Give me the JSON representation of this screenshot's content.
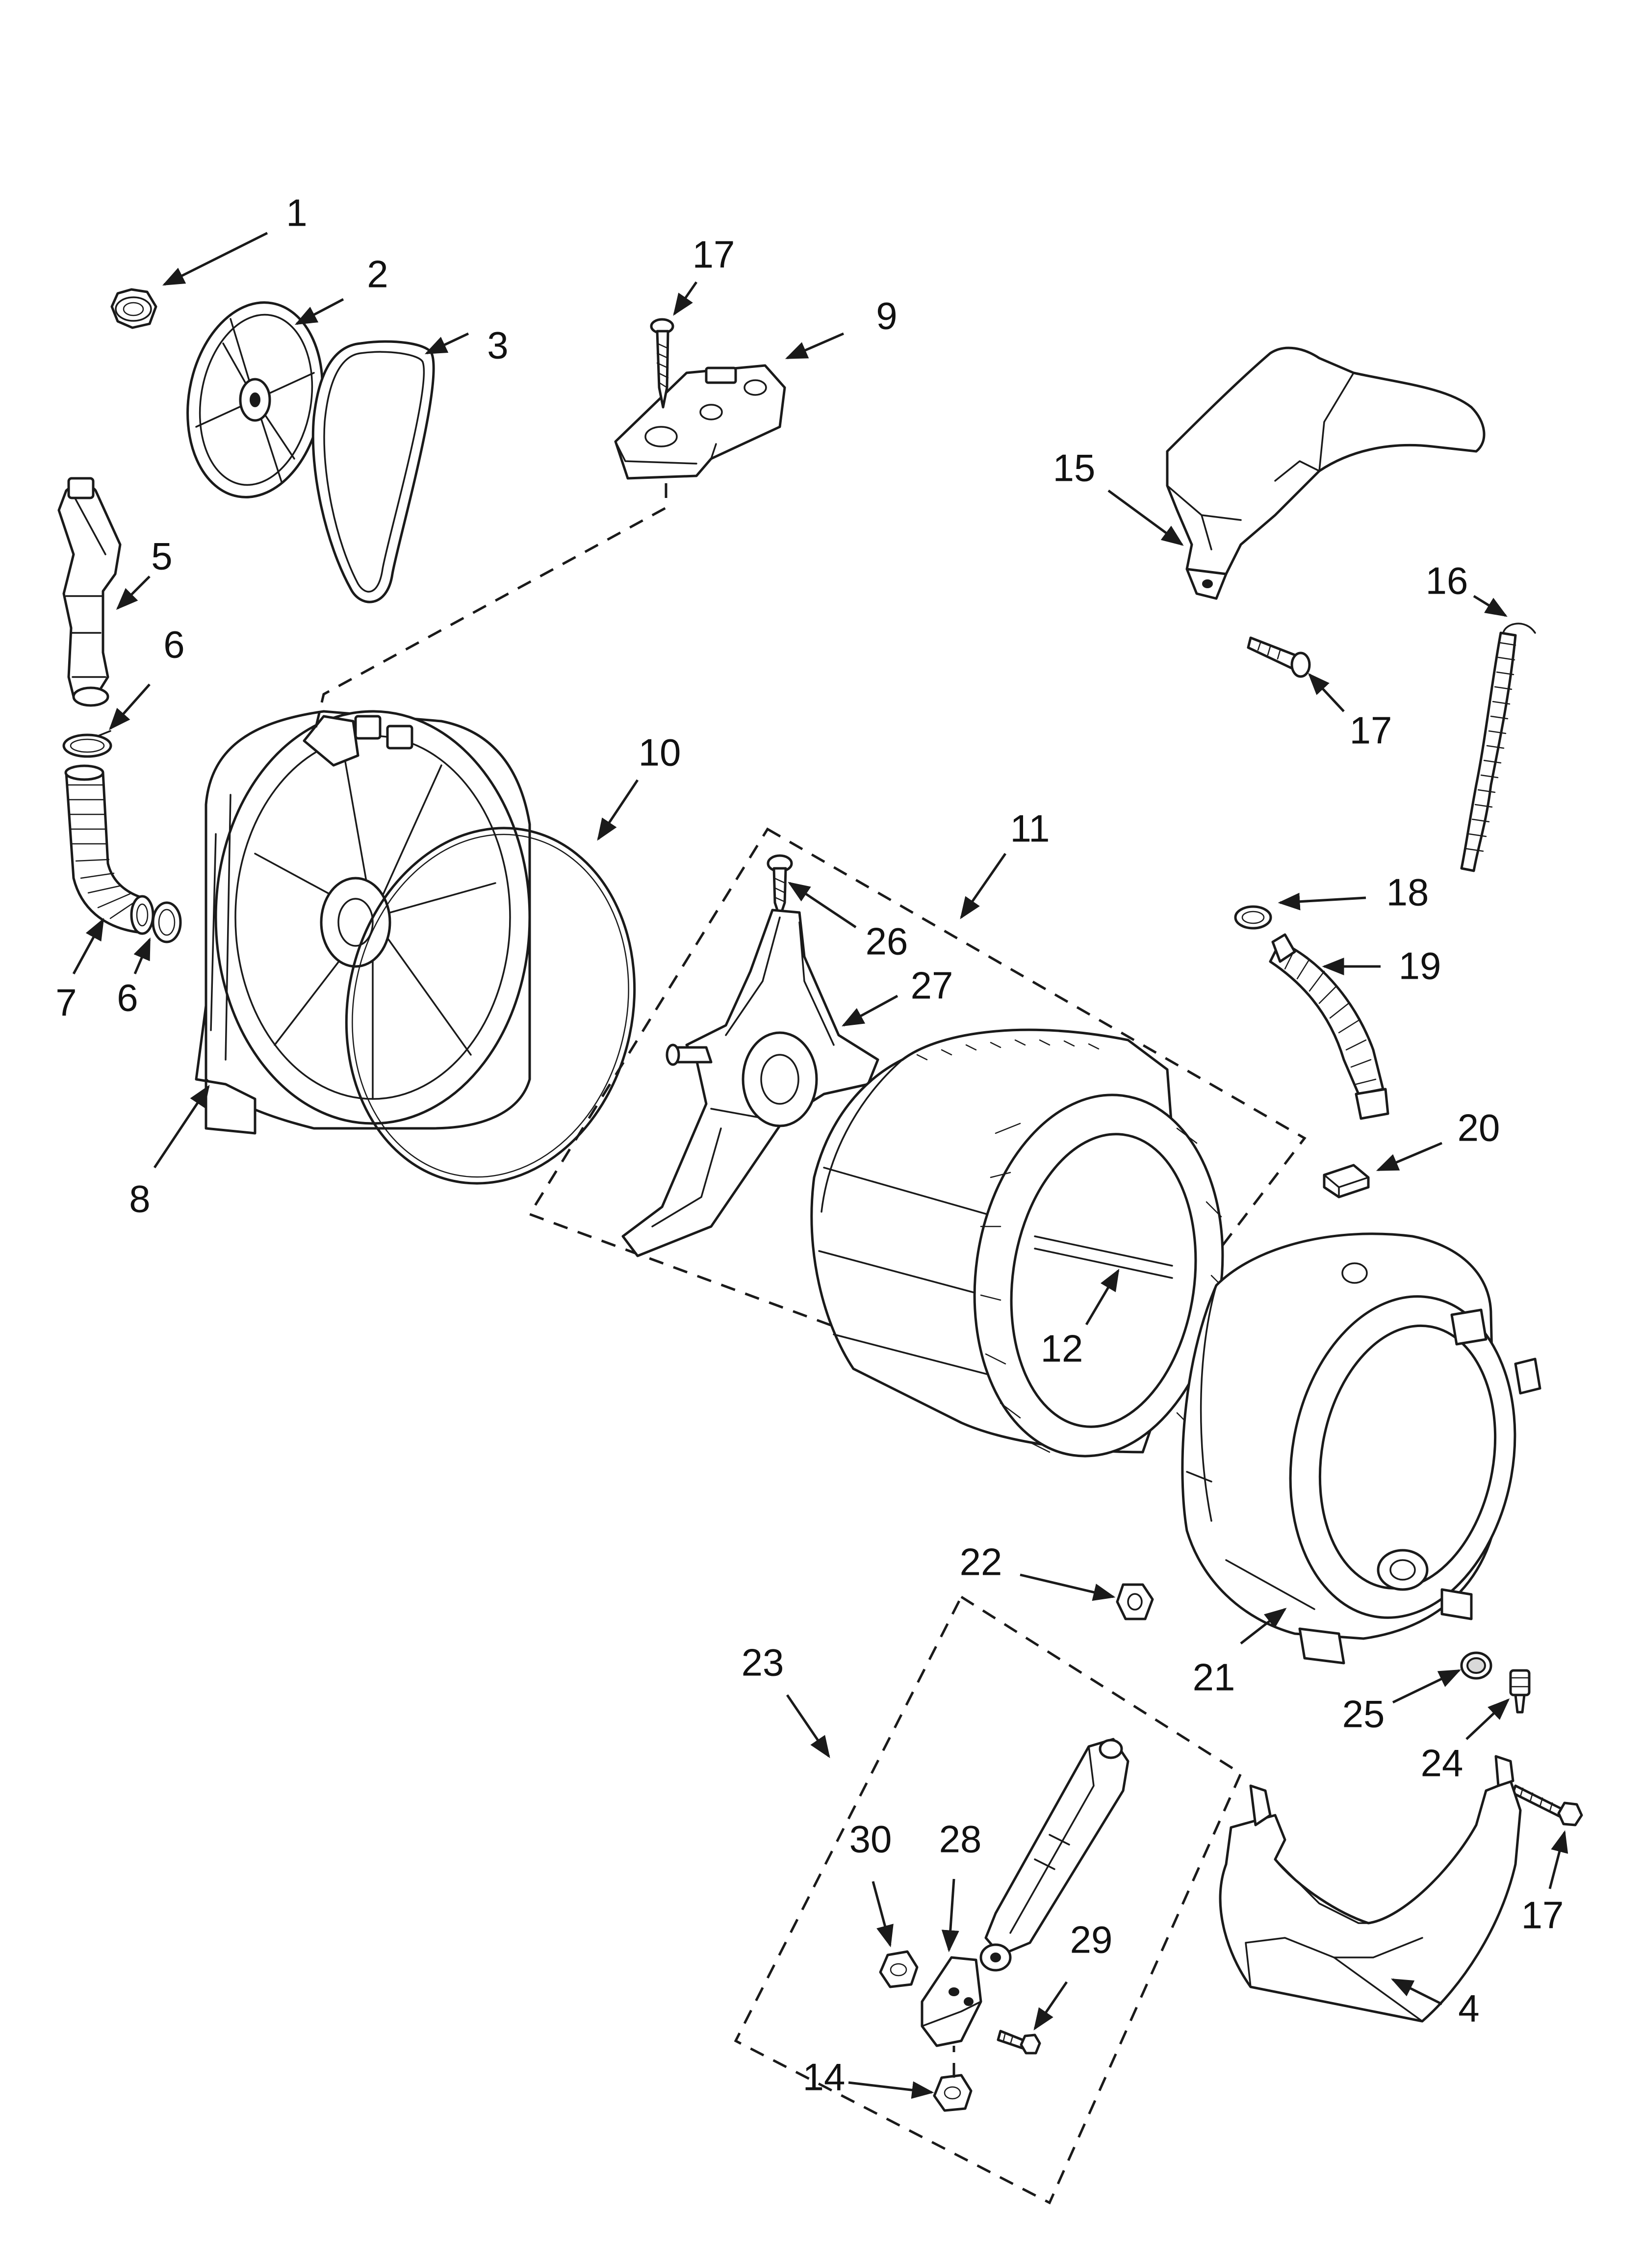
{
  "callouts": {
    "c1": "1",
    "c2": "2",
    "c3": "3",
    "c4": "4",
    "c5": "5",
    "c6a": "6",
    "c6b": "6",
    "c7": "7",
    "c8": "8",
    "c9": "9",
    "c10": "10",
    "c11": "11",
    "c12": "12",
    "c14": "14",
    "c15": "15",
    "c16": "16",
    "c17a": "17",
    "c17b": "17",
    "c17c": "17",
    "c18": "18",
    "c19": "19",
    "c20": "20",
    "c21": "21",
    "c22": "22",
    "c23": "23",
    "c24": "24",
    "c25": "25",
    "c26": "26",
    "c27": "27",
    "c28": "28",
    "c29": "29",
    "c30": "30"
  }
}
